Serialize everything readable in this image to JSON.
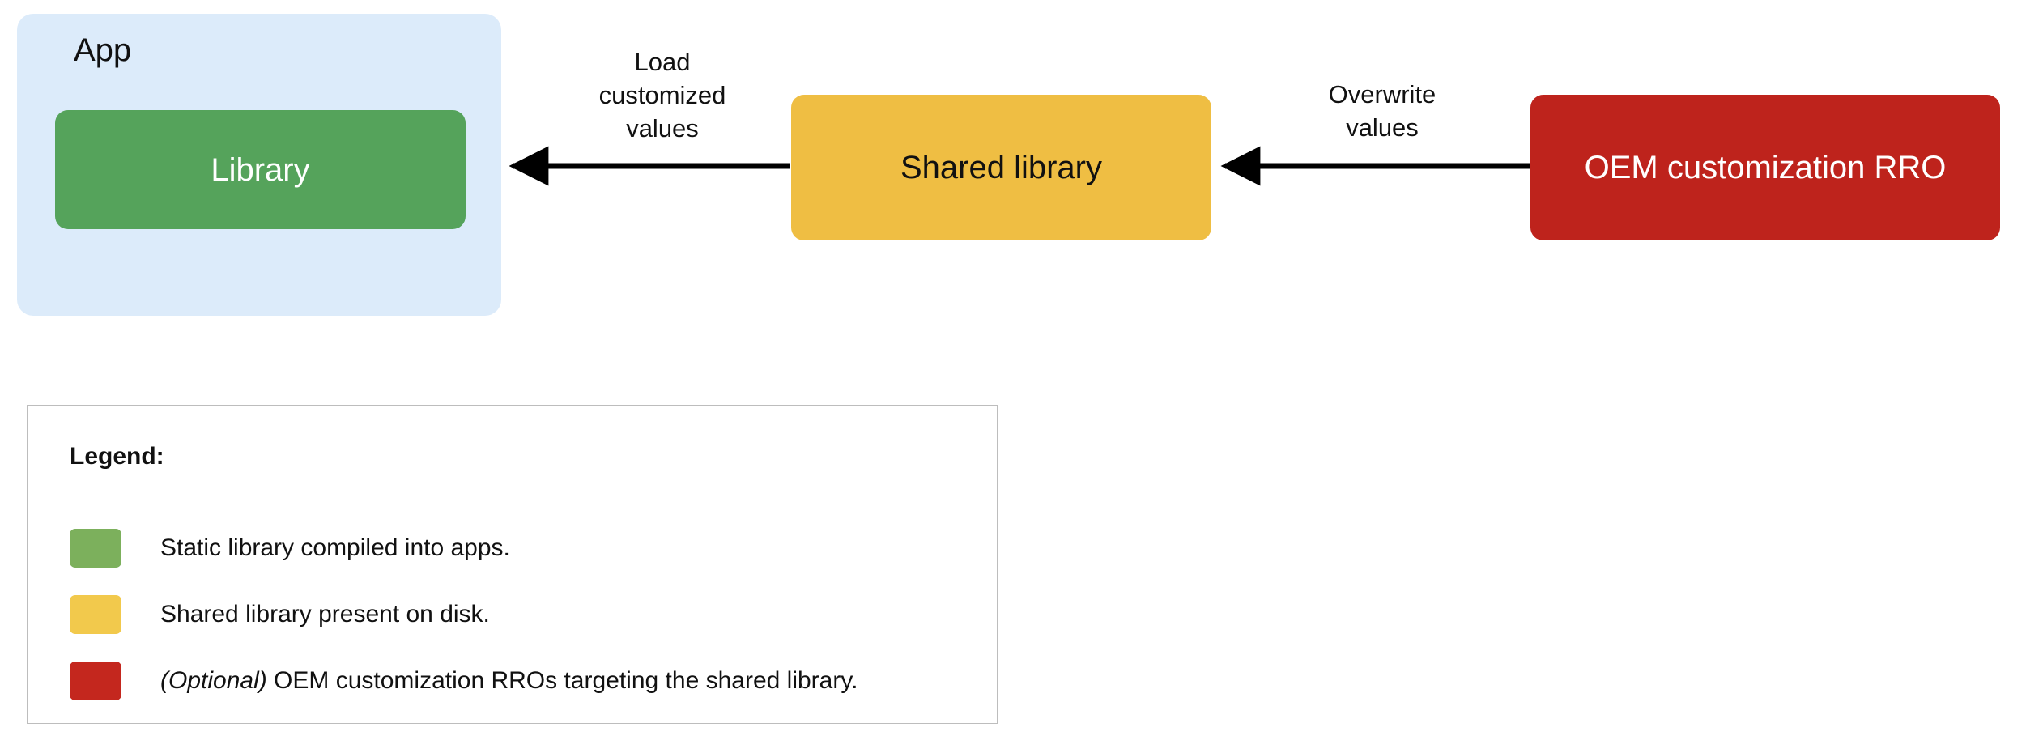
{
  "diagram": {
    "app_group": {
      "title": "App",
      "background_color": "#dcebfa"
    },
    "nodes": [
      {
        "id": "library",
        "label": "Library",
        "color": "#55a35b",
        "text_color": "#ffffff"
      },
      {
        "id": "shared-library",
        "label": "Shared library",
        "color": "#efbe43",
        "text_color": "#111111"
      },
      {
        "id": "oem-rro",
        "label": "OEM customization RRO",
        "color": "#be231c",
        "text_color": "#ffffff"
      }
    ],
    "edges": [
      {
        "id": "shared-to-library",
        "from": "shared-library",
        "to": "library",
        "label": "Load\ncustomized\nvalues",
        "direction": "left"
      },
      {
        "id": "rro-to-shared",
        "from": "oem-rro",
        "to": "shared-library",
        "label": "Overwrite\nvalues",
        "direction": "left"
      }
    ],
    "arrow_color": "#000000"
  },
  "legend": {
    "title": "Legend:",
    "items": [
      {
        "color": "#7cb05c",
        "emphasis": "",
        "text": "Static library compiled into apps."
      },
      {
        "color": "#f2c94c",
        "emphasis": "",
        "text": "Shared library present on disk."
      },
      {
        "color": "#c4271e",
        "emphasis": "(Optional)",
        "text": " OEM customization RROs targeting the shared library."
      }
    ]
  }
}
